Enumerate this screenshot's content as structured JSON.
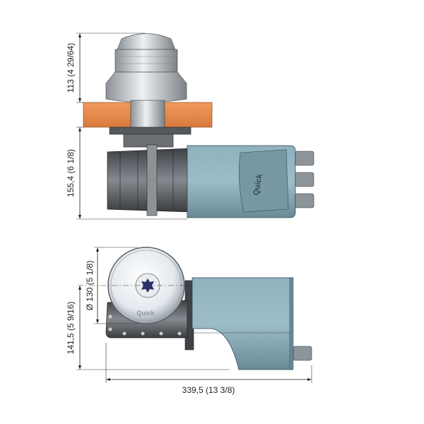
{
  "drawing": {
    "brand_logo": "Quick",
    "dimensions": {
      "drum_height": "113 (4 29/64)",
      "below_deck_height": "155,4 (6 1/8)",
      "drum_diameter": "Ø 130 (5 1/8)",
      "side_height": "141,5 (5 9/16)",
      "overall_length": "339,5 (13 3/8)"
    }
  },
  "colors": {
    "deck": "#e8874a",
    "motor": "#7e9eab",
    "gearbox": "#5b5e63",
    "drum": "#c9ced3"
  }
}
